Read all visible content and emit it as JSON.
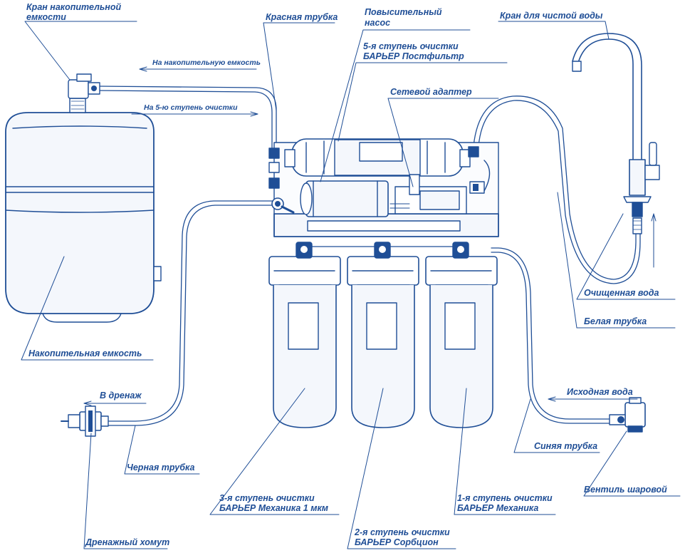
{
  "colors": {
    "line": "#1f4e96",
    "text": "#1f4e96",
    "fill": "#f3f7fc",
    "dark": "#0e2b5e"
  },
  "labels": {
    "tank_value": [
      "Кран накопительной",
      "емкости"
    ],
    "red_tube": "Красная трубка",
    "booster_pump": [
      "Повысительный",
      "насос"
    ],
    "clean_faucet": "Кран для чистой воды",
    "stage5": [
      "5-я ступень очистки",
      "БАРЬЕР Постфильтр"
    ],
    "to_tank": "На накопительную емкость",
    "to_stage5": "На 5-ю ступень очистки",
    "adapter": "Сетевой адаптер",
    "purified": "Очищенная вода",
    "white_tube": "Белая трубка",
    "tank": "Накопительная емкость",
    "to_drain": "В дренаж",
    "source_water": "Исходная вода",
    "blue_tube": "Синяя трубка",
    "black_tube": "Черная трубка",
    "ball_valve": "Вентиль шаровой",
    "stage3": [
      "3-я ступень очистки",
      "БАРЬЕР Механика 1 мкм"
    ],
    "stage1": [
      "1-я ступень очистки",
      "БАРЬЕР Механика"
    ],
    "stage2": [
      "2-я ступень очистки",
      "БАРЬЕР Сорбцион"
    ],
    "drain_clamp": "Дренажный хомут"
  }
}
